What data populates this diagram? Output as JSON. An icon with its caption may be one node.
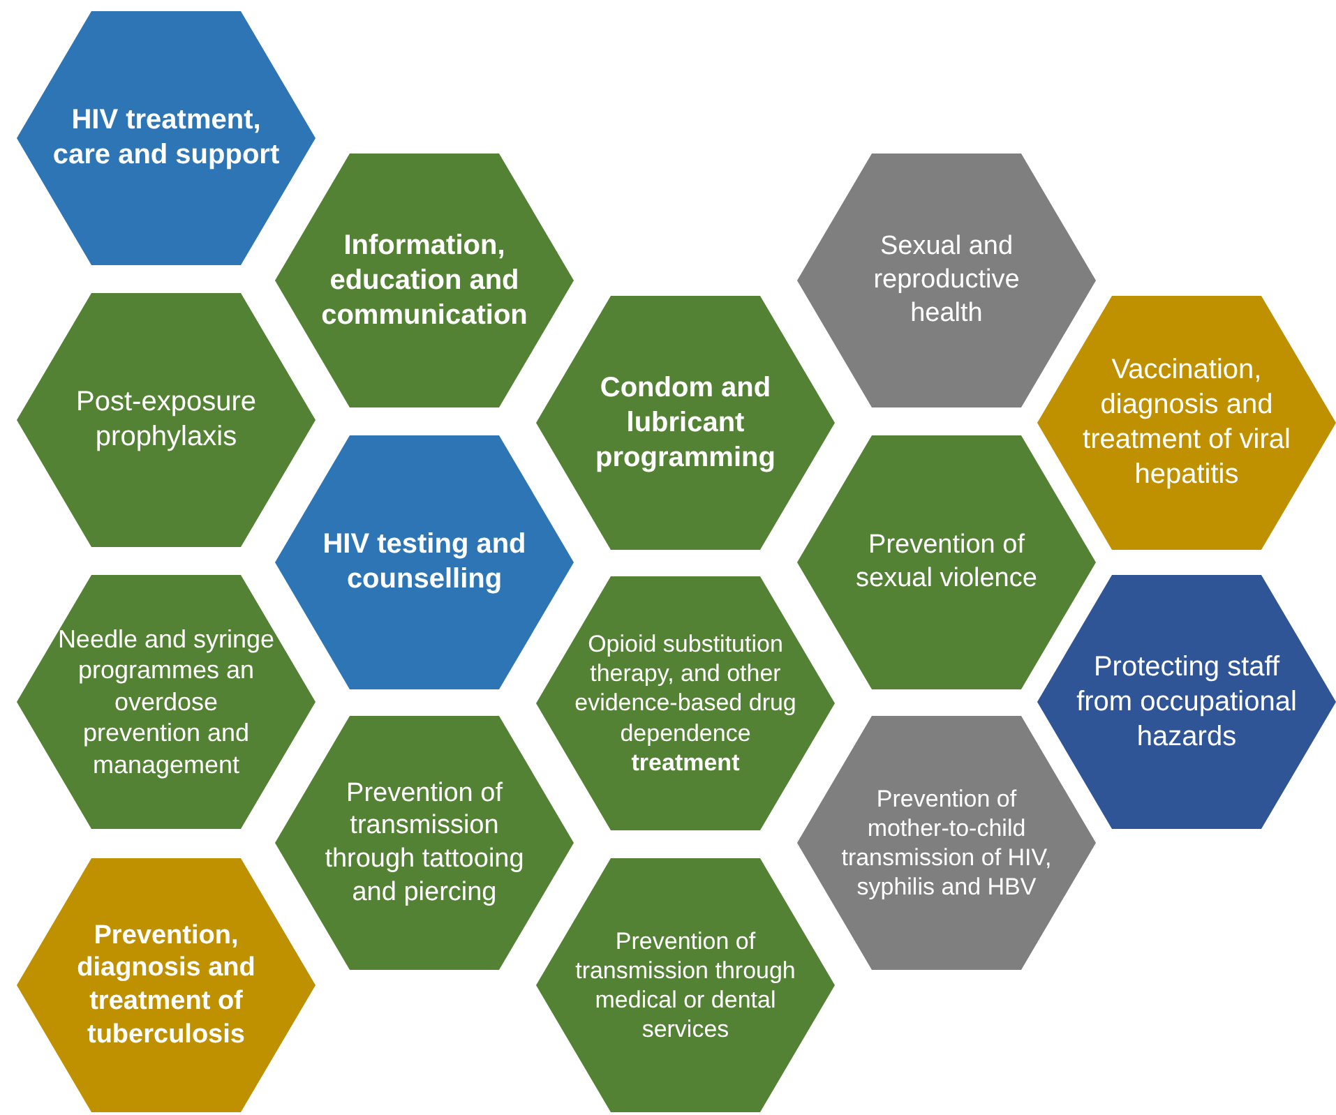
{
  "diagram": {
    "nodes": [
      {
        "text": [
          "HIV treatment, care and support"
        ]
      },
      {
        "text": [
          "Information, education and communication"
        ]
      },
      {
        "text": [
          "Post-exposure prophylaxis"
        ]
      },
      {
        "text": [
          "Sexual and reproductive health"
        ]
      },
      {
        "text": [
          "Condom and lubricant programming"
        ]
      },
      {
        "text": [
          "Vaccination, diagnosis and treatment of viral hepatitis"
        ]
      },
      {
        "text": [
          "HIV testing and counselling"
        ]
      },
      {
        "text": [
          "Prevention of sexual violence"
        ]
      },
      {
        "text": [
          "Needle and syringe programmes an overdose prevention and management"
        ]
      },
      {
        "text": [
          "Opioid substitution therapy, and other evidence-based drug dependence **treatment**"
        ]
      },
      {
        "text": [
          "Protecting staff from occupational hazards"
        ]
      },
      {
        "text": [
          "Prevention of transmission through tattooing and piercing"
        ]
      },
      {
        "text": [
          "Prevention of mother-to-child transmission of HIV, syphilis and HBV"
        ]
      },
      {
        "text": [
          "Prevention, diagnosis and treatment of tuberculosis"
        ]
      },
      {
        "text": [
          "Prevention of transmission through medical or dental services"
        ]
      }
    ]
  }
}
